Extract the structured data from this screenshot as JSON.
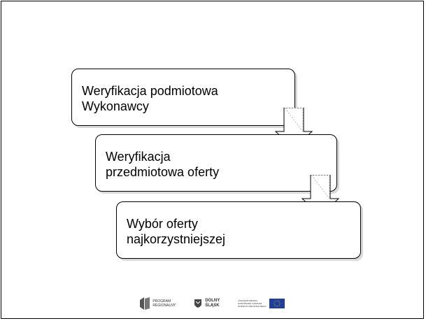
{
  "steps": [
    {
      "label": "Weryfikacja podmiotowa\nWykonawcy"
    },
    {
      "label": "Weryfikacja\nprzedmiotowa oferty"
    },
    {
      "label": "Wybór oferty\nnajkorzystniejszej"
    }
  ],
  "footer": {
    "program_regionalny": "PROGRAM\nREGIONALNY",
    "dolny_slask": "DOLNY\nŚLĄSK",
    "unia_europejska": "UNIA EUROPEJSKA\nEUROPEJSKI FUNDUSZ\nROZWOJU REGIONALNEGO"
  },
  "colors": {
    "border": "#000000",
    "arrow_fill": "#ffffff",
    "eu_flag": "#1f3f99",
    "logo_gray": "#555555"
  }
}
